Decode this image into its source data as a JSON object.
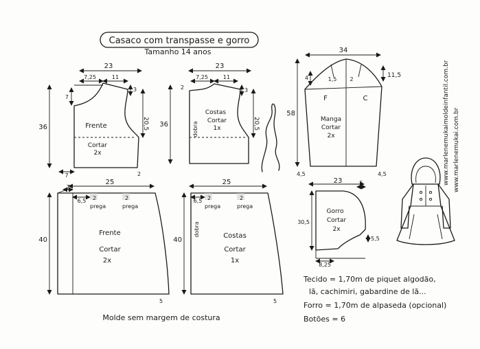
{
  "title": "Casaco com transpasse e gorro",
  "size": "Tamanho 14 anos",
  "pieces": {
    "front_bodice": {
      "width": "23",
      "neck_width": "7,25",
      "shoulder": "11",
      "neck_depth": "7",
      "shoulder_drop": "3",
      "armhole": "20,5",
      "length": "36",
      "overlap": "7",
      "hem": "2",
      "name": "Frente",
      "cut": "Cortar",
      "qty": "2x"
    },
    "back_bodice": {
      "width": "23",
      "neck_width": "7,25",
      "shoulder": "11",
      "neck_depth": "2",
      "shoulder_drop": "3",
      "armhole": "20,5",
      "length": "36",
      "fold": "dobra",
      "name": "Costas",
      "cut": "Cortar",
      "qty": "1x"
    },
    "sleeve": {
      "width": "34",
      "front_cap": "1,5",
      "back_cap": "2",
      "front_height": "4",
      "back_height": "11,5",
      "length": "58",
      "front_letter": "F",
      "back_letter": "C",
      "name": "Manga",
      "cut": "Cortar",
      "qty": "2x",
      "hem_left": "4,5",
      "hem_right": "4,5"
    },
    "front_skirt": {
      "width": "25",
      "overlap": "7",
      "pleat_start": "6,5",
      "pleat_width": "2",
      "pleat": "prega",
      "length": "40",
      "name": "Frente",
      "cut": "Cortar",
      "qty": "2x",
      "hem": "5"
    },
    "back_skirt": {
      "width": "25",
      "pleat_start": "6,5",
      "pleat_width": "2",
      "pleat": "prega",
      "length": "40",
      "fold": "dobra",
      "name": "Costas",
      "cut": "Cortar",
      "qty": "1x",
      "hem": "5"
    },
    "hood": {
      "width": "23",
      "brim": "5",
      "neck": "8,25",
      "length": "30,5",
      "drop": "5,5",
      "name": "Gorro",
      "cut": "Cortar",
      "qty": "2x"
    }
  },
  "credits": [
    "www.marlenemukaimoldeinfantil.com.br",
    "www.marlenemukai.com.br"
  ],
  "notes": {
    "fabric_line1": "Tecido = 1,70m de piquet algodão,",
    "fabric_line2": "lã, cachimiri, gabardine de lã...",
    "lining": "Forro = 1,70m de alpaseda (opcional)",
    "buttons": "Botões = 6"
  },
  "footer": "Molde sem margem de costura",
  "colors": {
    "ink": "#1a1a1a",
    "paper": "#fdfdfb",
    "pleat_shade": "#cfcfcf"
  }
}
